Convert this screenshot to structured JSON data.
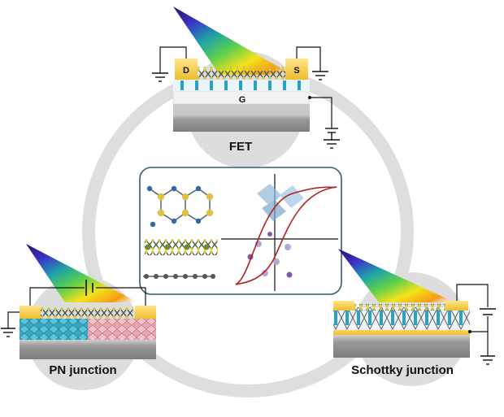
{
  "labels": {
    "fet_title": "FET",
    "pn_title": "PN junction",
    "schottky_title": "Schottky junction",
    "drain": "D",
    "source": "S",
    "gate": "G"
  },
  "colors": {
    "ring": "#dcdcdc",
    "gold_contact": "#f6cc4a",
    "substrate_dark": "#8a8a8a",
    "substrate_mid": "#bdbdbd",
    "p_region": "#3aa6bf",
    "n_region": "#e79aa7",
    "hysteresis": "#b22222",
    "panel_border": "#2f5e6e",
    "spectrum": [
      "#3a0ca3",
      "#4361ee",
      "#2ec4b6",
      "#80ed99",
      "#ffd60a",
      "#fb8500",
      "#d00000"
    ]
  },
  "icons": [
    "ground-icon",
    "battery-icon",
    "light-spectrum-icon",
    "crystal-structure-icon",
    "hysteresis-loop-icon"
  ]
}
